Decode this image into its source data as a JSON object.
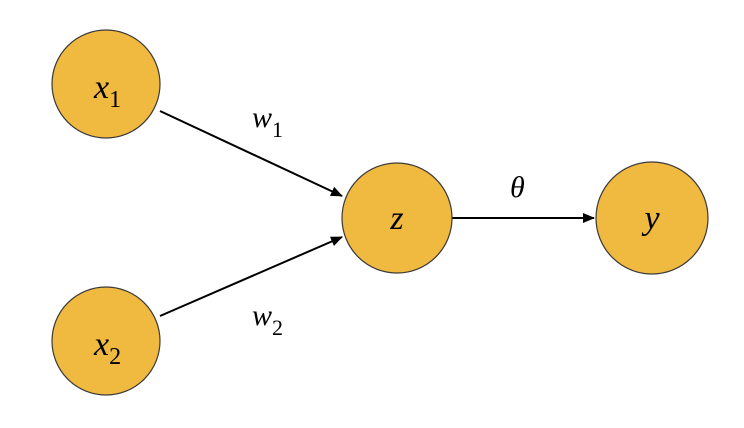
{
  "diagram": {
    "colors": {
      "node_fill": "#F0B93F",
      "node_stroke": "#3a3a3a",
      "edge": "#000000"
    },
    "nodes": [
      {
        "id": "x1",
        "var": "x",
        "sub": "1"
      },
      {
        "id": "x2",
        "var": "x",
        "sub": "2"
      },
      {
        "id": "z",
        "var": "z",
        "sub": ""
      },
      {
        "id": "y",
        "var": "y",
        "sub": ""
      }
    ],
    "edges": [
      {
        "from": "x1",
        "to": "z",
        "var": "w",
        "sub": "1"
      },
      {
        "from": "x2",
        "to": "z",
        "var": "w",
        "sub": "2"
      },
      {
        "from": "z",
        "to": "y",
        "var": "θ",
        "sub": ""
      }
    ]
  }
}
